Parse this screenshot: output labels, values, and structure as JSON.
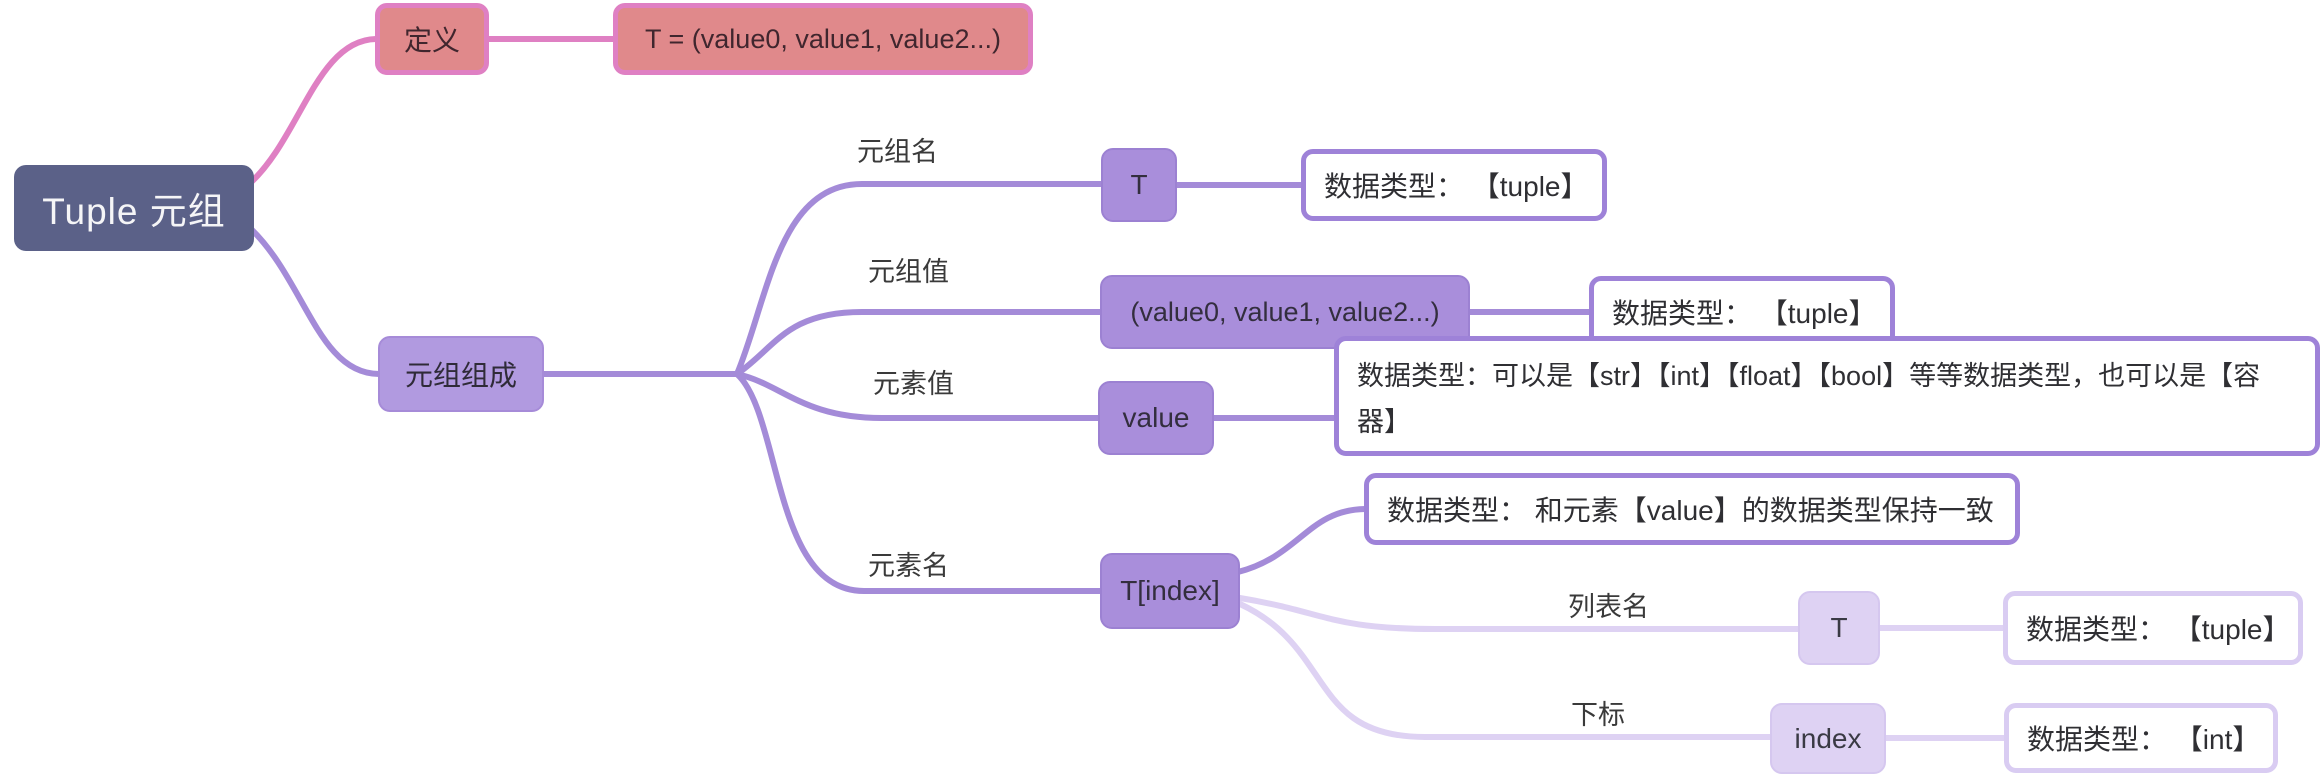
{
  "diagram_type": "mindmap",
  "title": "Tuple 元组 mind map",
  "colors": {
    "canvas_bg": "#ffffff",
    "root_bg": "#5b6188",
    "root_text": "#f5f5f7",
    "pink_branch": "#df80c3",
    "pink_node_bg": "#e0898b",
    "purple_branch": "#a48bd8",
    "purple_node_bg": "#a98edb",
    "light_branch": "#ded2f3",
    "light_node_bg": "#ded2f3",
    "outline_border": "#9e82d8",
    "outline_border_light": "#d9ccf2",
    "label_text": "#3a3a3a"
  },
  "root": {
    "label": "Tuple 元组"
  },
  "branches": [
    {
      "label": "定义",
      "children": [
        {
          "label": "T = (value0, value1, value2...)"
        }
      ]
    },
    {
      "label": "元组组成",
      "children": [
        {
          "edge_label": "元组名",
          "label": "T",
          "note": "数据类型： 【tuple】"
        },
        {
          "edge_label": "元组值",
          "label": "(value0, value1, value2...)",
          "note": "数据类型： 【tuple】"
        },
        {
          "edge_label": "元素值",
          "label": "value",
          "note": "数据类型：可以是【str】【int】【float】【bool】等等数据类型，也可以是【容器】"
        },
        {
          "edge_label": "元素名",
          "label": "T[index]",
          "note": "数据类型： 和元素【value】的数据类型保持一致",
          "children": [
            {
              "edge_label": "列表名",
              "label": "T",
              "note": "数据类型： 【tuple】"
            },
            {
              "edge_label": "下标",
              "label": "index",
              "note": "数据类型： 【int】"
            }
          ]
        }
      ]
    }
  ]
}
